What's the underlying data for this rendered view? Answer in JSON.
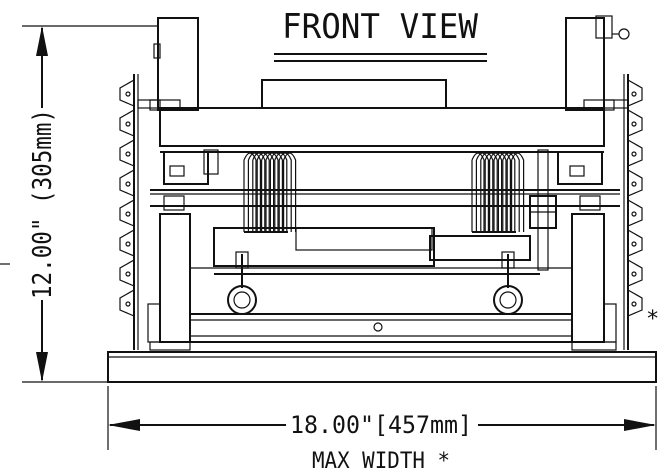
{
  "drawing": {
    "title": "FRONT VIEW",
    "height_label": "12.00\"  (305mm)",
    "width_label": "18.00\"[457mm]",
    "width_note": "MAX WIDTH *",
    "asterisk": "*"
  }
}
